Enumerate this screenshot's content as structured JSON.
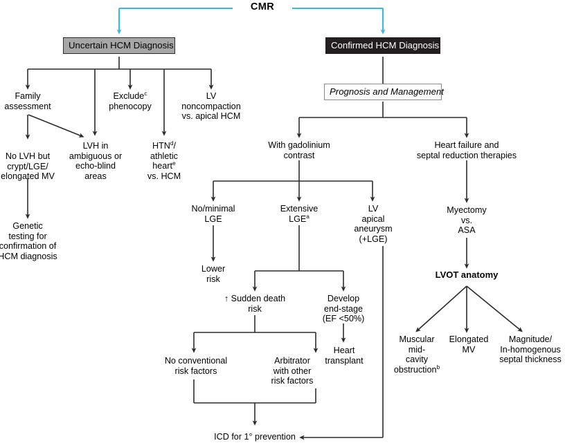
{
  "figure": {
    "type": "clinical-decision-flowchart",
    "topic": "Cardiac magnetic resonance (CMR) in hypertrophic cardiomyopathy"
  },
  "colors": {
    "accent_blue": "#3bb7ef",
    "box_gray_fill": "#a6a6a6",
    "box_black_fill": "#231f20",
    "line_black": "#2b2b2b",
    "text_black": "#000000",
    "text_white": "#ffffff"
  },
  "root": {
    "label": "CMR"
  },
  "branches": {
    "uncertain": {
      "label": "Uncertain HCM Diagnosis",
      "style": "gray-filled-box"
    },
    "confirmed": {
      "label": "Confirmed HCM Diagnosis",
      "style": "black-filled-box"
    }
  },
  "nodes": {
    "prognosis": "Prognosis and Management",
    "family_assessment": "Family\nassessment",
    "no_lvh": "No LVH but\ncrypt/LGE/\nelongated MV",
    "lvh_ambiguous": "LVH in\nambiguous or\necho-blind\nareas",
    "exclude_phenocopy_line1": "Exclude",
    "exclude_phenocopy_sup": "c",
    "exclude_phenocopy_line2": "phenocopy",
    "htn_line1": "HTN",
    "htn_sup": "d",
    "htn_rest": "/\nathletic\nheart",
    "htn_sup2": "e",
    "htn_tail": "\nvs. HCM",
    "lv_noncompaction": "LV\nnoncompaction\nvs. apical HCM",
    "genetic_testing": "Genetic\ntesting for\nconfirmation of\nHCM diagnosis",
    "with_gadolinium": "With gadolinium\ncontrast",
    "heart_failure": "Heart failure and\nseptal reduction therapies",
    "no_minimal_lge": "No/minimal\nLGE",
    "extensive_lge_label": "Extensive\nLGE",
    "extensive_lge_sup": "a",
    "lv_apical_aneurysm": "LV\napical\naneurysm\n(+LGE)",
    "myectomy": "Myectomy\nvs.\nASA",
    "lower_risk": "Lower\nrisk",
    "sudden_death": "↑ Sudden death\nrisk",
    "develop_end_stage": "Develop\nend-stage\n(EF <50%)",
    "lvot_anatomy": "LVOT anatomy",
    "no_conventional": "No conventional\nrisk factors",
    "arbitrator": "Arbitrator\nwith other\nrisk factors",
    "heart_transplant": "Heart\ntransplant",
    "muscular_mid_cavity_label": "Muscular\nmid-\ncavity\nobstruction",
    "muscular_mid_cavity_sup": "b",
    "elongated_mv": "Elongated\nMV",
    "magnitude_septal": "Magnitude/\nIn-homogenous\nseptal thickness",
    "icd": "ICD for 1° prevention"
  }
}
